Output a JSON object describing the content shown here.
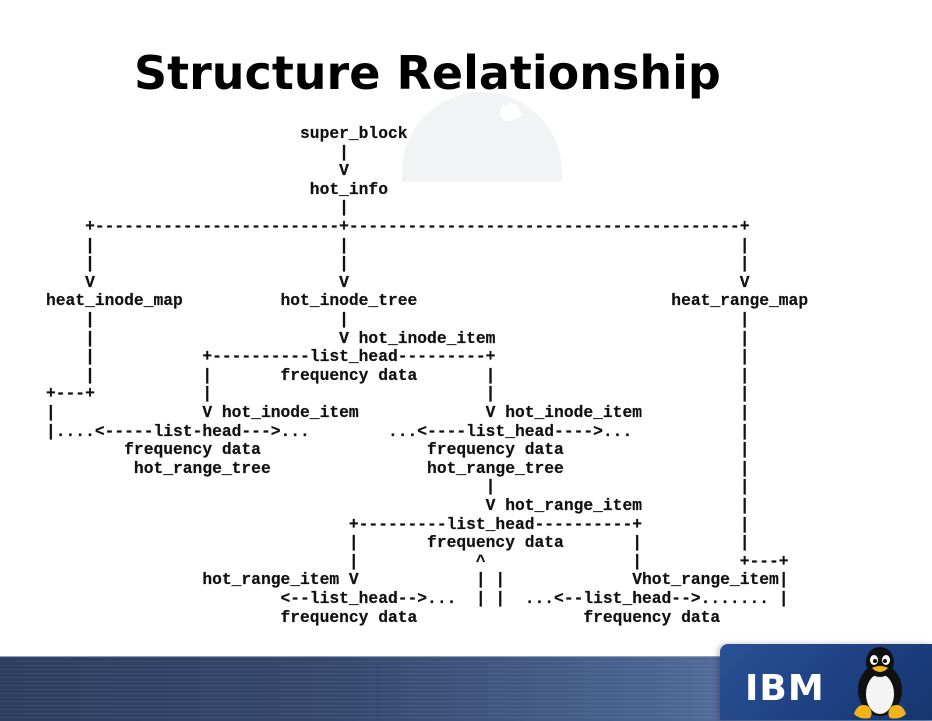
{
  "slide": {
    "title": "Structure Relationship"
  },
  "diagram_lines": [
    "                          super_block",
    "                              |",
    "                              V",
    "                           hot_info",
    "                              |",
    "    +-------------------------+----------------------------------------+",
    "    |                         |                                        |",
    "    |                         |                                        |",
    "    V                         V                                        V",
    "heat_inode_map          hot_inode_tree                          heat_range_map",
    "    |                         |                                        |",
    "    |                         V hot_inode_item                         |",
    "    |           +----------list_head---------+                         |",
    "    |           |       frequency data       |                         |",
    "+---+           |                            |                         |",
    "|               V hot_inode_item             V hot_inode_item          |",
    "|....<-----list-head--->...        ...<----list_head---->...           |",
    "        frequency data                 frequency data                  |",
    "         hot_range_tree                hot_range_tree                  |",
    "                                             |                         |",
    "                                             V hot_range_item          |",
    "                               +---------list_head----------+          |",
    "                               |       frequency data       |          |",
    "                               |            ^               |          +---+",
    "                hot_range_item V            | |             Vhot_range_item|",
    "                        <--list_head-->...  | |  ...<--list_head-->....... |",
    "                        frequency data                 frequency data"
  ],
  "footer": {
    "logo_text": "IBM",
    "mascot": "tux-penguin"
  },
  "colors": {
    "footer_band": "#34486c",
    "logo_panel": "#1c3f80",
    "text": "#111111"
  }
}
